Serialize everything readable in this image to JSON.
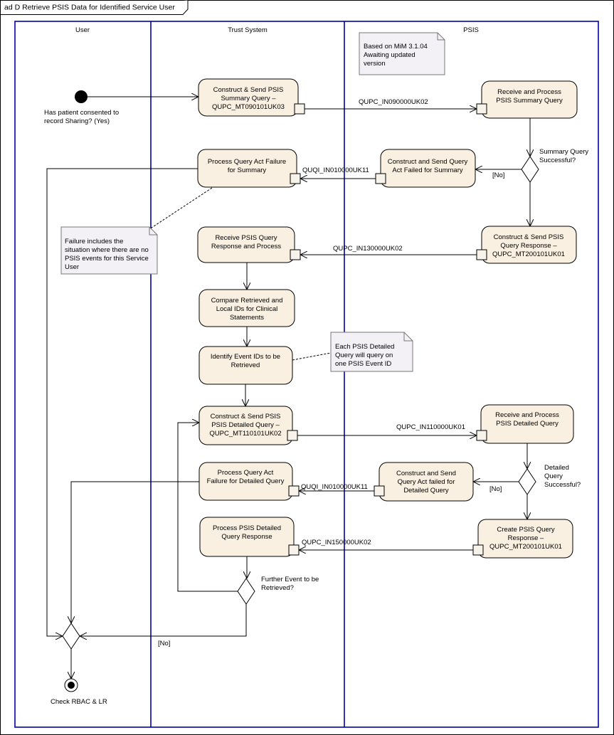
{
  "diagram": {
    "title": "ad D Retrieve PSIS Data for Identified Service User",
    "lanes": [
      "User",
      "Trust System",
      "PSIS"
    ],
    "actions": {
      "construct_summary": [
        "Construct & Send PSIS",
        "Summary Query –",
        "QUPC_MT090101UK03"
      ],
      "receive_summary": [
        "Receive and Process",
        "PSIS Summary Query"
      ],
      "process_failure_summary": [
        "Process Query Act Failure",
        "for Summary"
      ],
      "construct_failed_summary": [
        "Construct and Send Query",
        "Act Failed for Summary"
      ],
      "receive_response": [
        "Receive PSIS Query",
        "Response and Process"
      ],
      "construct_response": [
        "Construct & Send PSIS",
        "Query Response –",
        "QUPC_MT200101UK01"
      ],
      "compare_ids": [
        "Compare Retrieved and",
        "Local IDs for Clinical",
        "Statements"
      ],
      "identify_events": [
        "Identify Event IDs to be",
        "Retrieved"
      ],
      "construct_detailed": [
        "Construct & Send PSIS",
        "PSIS Detailed Query –",
        "QUPC_MT110101UK02"
      ],
      "receive_detailed": [
        "Receive and Process",
        "PSIS Detailed Query"
      ],
      "process_failure_detailed": [
        "Process Query Act",
        "Failure for Detailed Query"
      ],
      "construct_failed_detailed": [
        "Construct and Send",
        "Query Act failed for",
        "Detailed Query"
      ],
      "process_detailed_response": [
        "Process PSIS Detailed",
        "Query Response"
      ],
      "create_response": [
        "Create PSIS Query",
        "Response –",
        "QUPC_MT200101UK01"
      ]
    },
    "flow_labels": {
      "f1": "QUPC_IN090000UK02",
      "f2": "QUQI_IN010000UK11",
      "f3": "QUPC_IN130000UK02",
      "f4": "QUPC_IN110000UK01",
      "f5": "QUQI_IN010000UK11",
      "f6": "QUPC_IN150000UK02"
    },
    "guards": {
      "no1": "[No]",
      "no2": "[No]",
      "no3": "[No]"
    },
    "decisions": {
      "summary": [
        "Summary Query",
        "Successful?"
      ],
      "detailed": [
        "Detailed",
        "Query",
        "Successful?"
      ],
      "further": [
        "Further Event to be",
        "Retrieved?"
      ]
    },
    "initial_label": [
      "Has patient consented to",
      "record Sharing? (Yes)"
    ],
    "final_label": "Check RBAC & LR",
    "notes": {
      "mim": [
        "Based on MiM 3.1.04",
        "Awaiting updated",
        "version"
      ],
      "failure": [
        "Failure includes the",
        "situation where there are no",
        "PSIS events for this Service",
        "User"
      ],
      "detailed_query": [
        "Each PSIS Detailed",
        "Query will query on",
        "one PSIS Event ID"
      ]
    }
  }
}
